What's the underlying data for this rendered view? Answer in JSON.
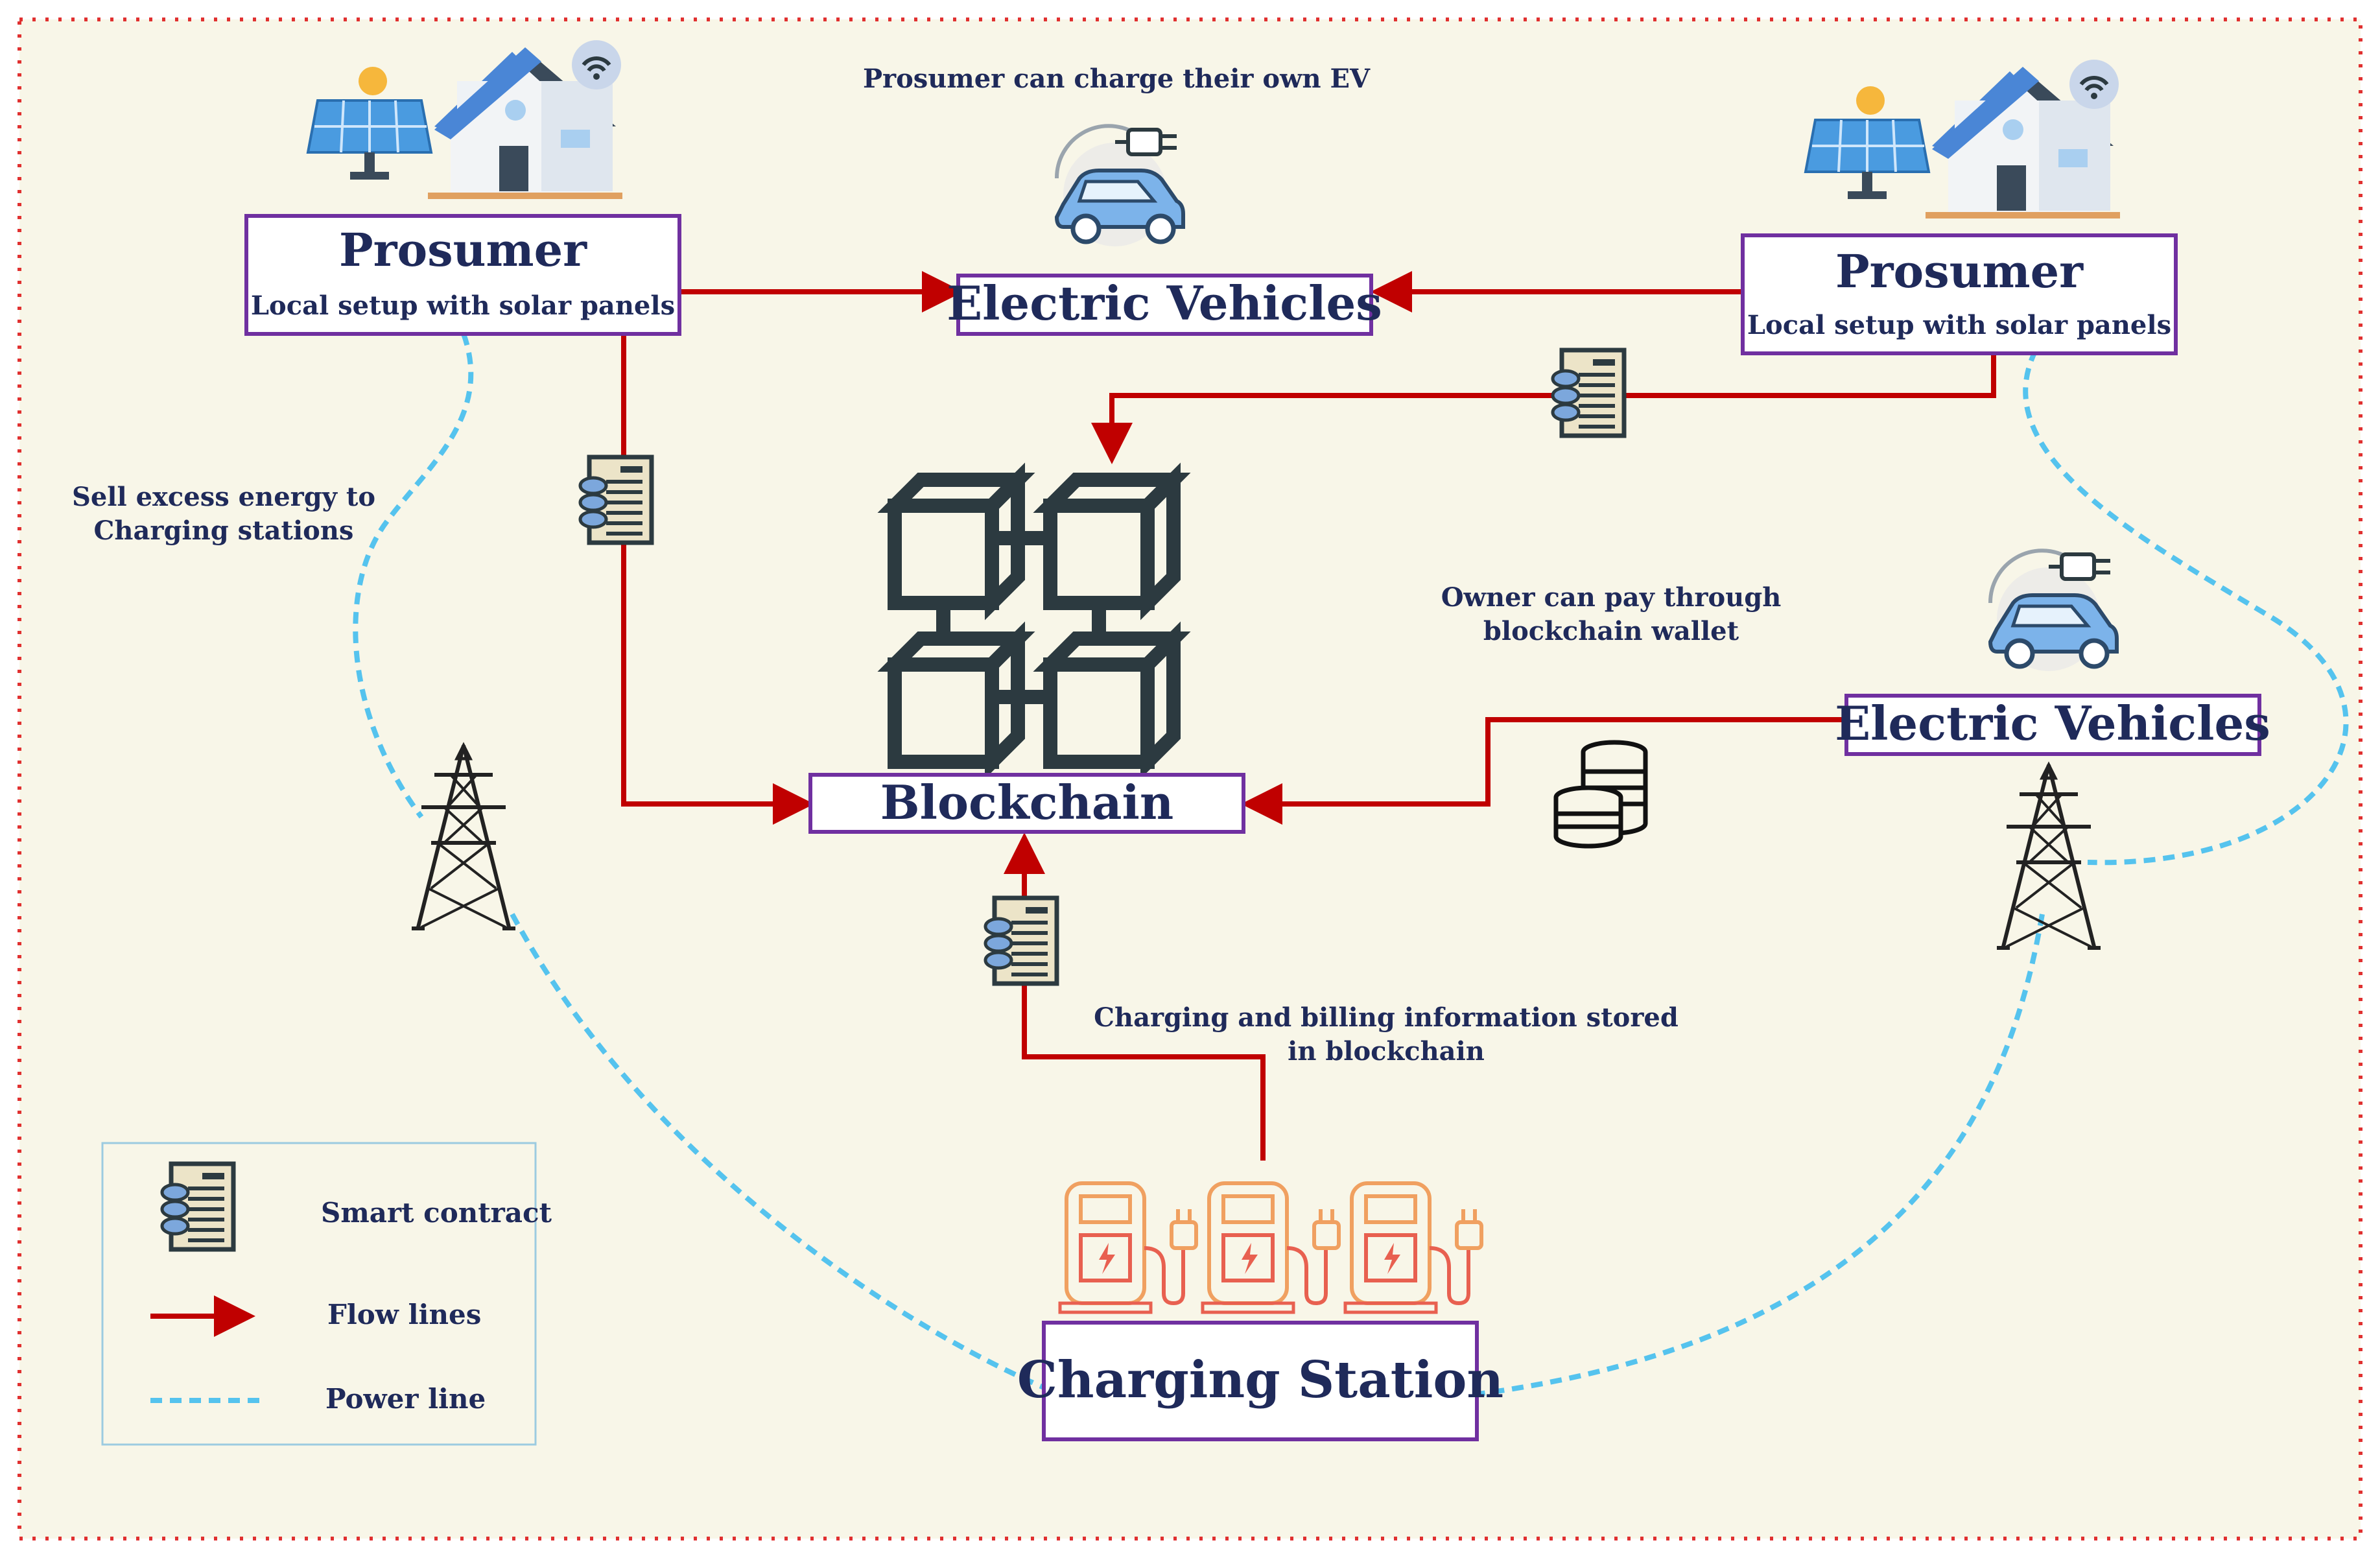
{
  "prosumer_left": {
    "title": "Prosumer",
    "subtitle": "Local setup with solar panels"
  },
  "prosumer_right": {
    "title": "Prosumer",
    "subtitle": "Local setup with solar panels"
  },
  "ev_top": {
    "label": "Electric Vehicles"
  },
  "ev_right": {
    "label": "Electric Vehicles"
  },
  "blockchain": {
    "label": "Blockchain"
  },
  "charging_station": {
    "label": "Charging Station"
  },
  "annotations": {
    "top": "Prosumer can charge their own EV",
    "sell_line1": "Sell excess energy to",
    "sell_line2": "Charging stations",
    "owner_line1": "Owner can pay through",
    "owner_line2": "blockchain wallet",
    "billing_line1": "Charging and billing information stored",
    "billing_line2": "in blockchain"
  },
  "legend": {
    "smart_contract": "Smart contract",
    "flow_lines": "Flow lines",
    "power_line": "Power line"
  },
  "colors": {
    "background": "#f8f6e8",
    "flow": "#c00000",
    "power": "#55c3ee",
    "box_border": "#7030a0",
    "text": "#1f2a5a",
    "dotted_border": "#e03030"
  }
}
